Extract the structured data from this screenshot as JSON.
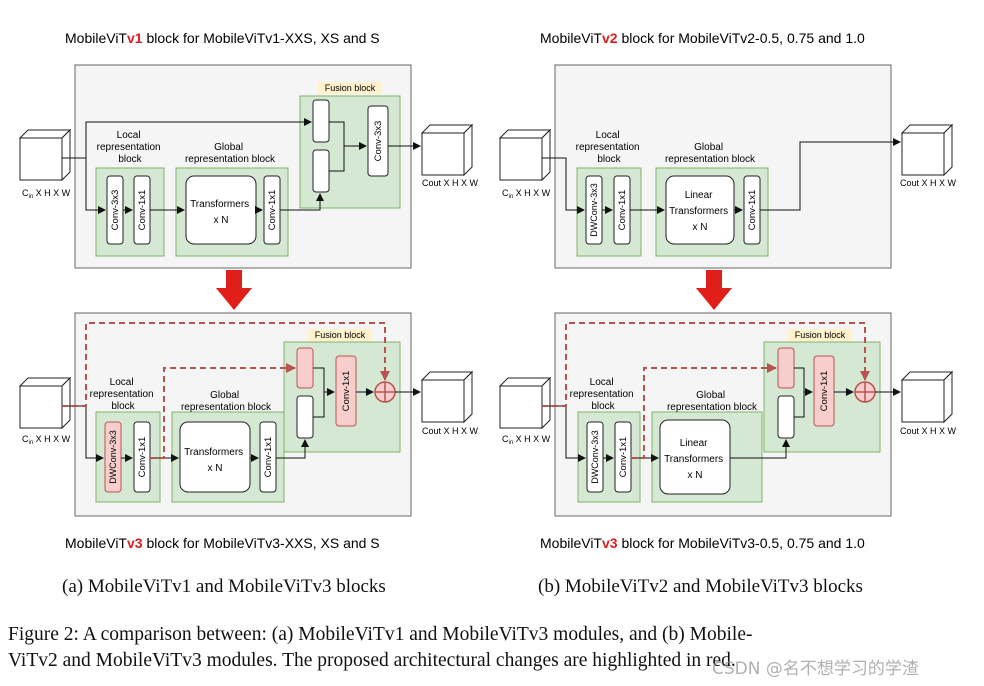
{
  "panel_a": {
    "top_title": {
      "pre": "MobileViT",
      "ver": "v1",
      "post": " block for MobileViTv1-XXS, XS and S"
    },
    "bottom_title": {
      "pre": "MobileViT",
      "ver": "v3",
      "post": " block for MobileViTv3-XXS, XS and S"
    },
    "caption": "(a) MobileViTv1 and MobileViTv3 blocks",
    "v1": {
      "local_label": [
        "Local",
        "representation",
        "block"
      ],
      "global_label": [
        "Global",
        "representation block"
      ],
      "fusion_label": "Fusion block",
      "conv3": "Conv-3x3",
      "conv1": "Conv-1x1",
      "transformers": [
        "Transformers",
        "x N"
      ],
      "conv1_out": "Conv-1x1",
      "fusion_conv": "Conv-3x3"
    },
    "v3": {
      "local_label": [
        "Local",
        "representation",
        "block"
      ],
      "global_label": [
        "Global",
        "representation block"
      ],
      "fusion_label": "Fusion block",
      "conv3": "DWConv-3x3",
      "conv1": "Conv-1x1",
      "transformers": [
        "Transformers",
        "x N"
      ],
      "conv1_out": "Conv-1x1",
      "fusion_conv": "Conv-1x1"
    }
  },
  "panel_b": {
    "top_title": {
      "pre": "MobileViT",
      "ver": "v2",
      "post": " block for MobileViTv2-0.5, 0.75 and 1.0"
    },
    "bottom_title": {
      "pre": "MobileViT",
      "ver": "v3",
      "post": " block for MobileViTv3-0.5, 0.75 and 1.0"
    },
    "caption": "(b) MobileViTv2 and MobileViTv3 blocks",
    "v2": {
      "local_label": [
        "Local",
        "representation",
        "block"
      ],
      "global_label": [
        "Global",
        "representation block"
      ],
      "conv3": "DWConv-3x3",
      "conv1": "Conv-1x1",
      "transformers": [
        "Linear",
        "Transformers",
        "x N"
      ],
      "conv1_out": "Conv-1x1"
    },
    "v3": {
      "local_label": [
        "Local",
        "representation",
        "block"
      ],
      "global_label": [
        "Global",
        "representation block"
      ],
      "fusion_label": "Fusion block",
      "conv3": "DWConv-3x3",
      "conv1": "Conv-1x1",
      "transformers": [
        "Linear",
        "Transformers",
        "x N"
      ],
      "fusion_conv": "Conv-1x1"
    }
  },
  "tensor_labels": {
    "input_main": "C",
    "input_sub": "in",
    "input_rest": " X H X W",
    "output": "Cout X H X W"
  },
  "figure_caption": {
    "line1": "Figure 2:  A comparison between:  (a) MobileViTv1 and MobileViTv3 modules, and (b) Mobile-",
    "line2": "ViTv2 and MobileViTv3 modules. The proposed architectural changes are highlighted in red."
  },
  "watermark": "CSDN @名不想学习的学渣",
  "colors": {
    "highlight": "#d8201e",
    "block_fill": "#d5e8d4",
    "block_stroke": "#82b366",
    "new_fill": "#f8cecc",
    "new_stroke": "#b85450",
    "fusion_tag": "#fff2cc"
  }
}
